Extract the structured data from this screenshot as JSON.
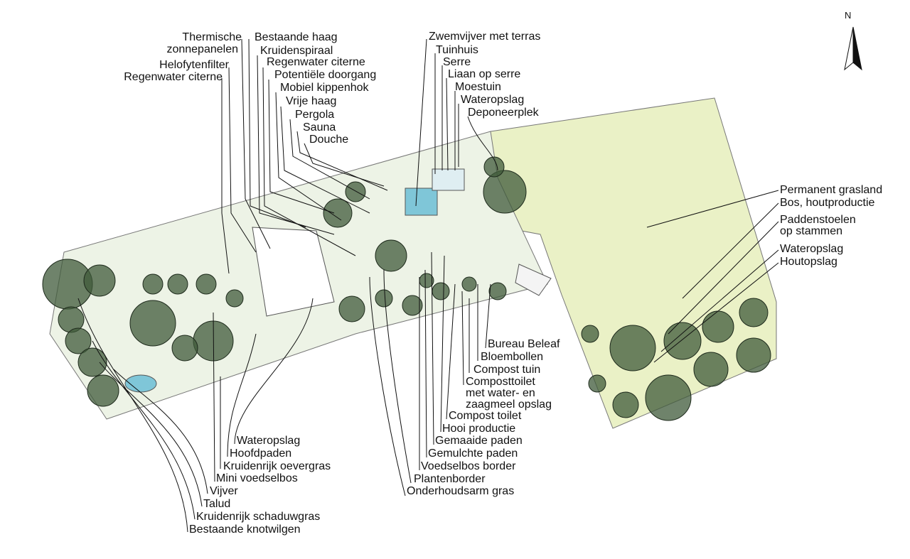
{
  "compass": {
    "label": "N"
  },
  "labels_top_left": [
    "Thermische",
    "zonnepanelen",
    "Helofytenfilter",
    "Regenwater citerne"
  ],
  "labels_top_middle": [
    "Bestaande haag",
    "Kruidenspiraal",
    "Regenwater citerne",
    "Potentiële doorgang",
    "Mobiel kippenhok",
    "Vrije haag",
    "Pergola",
    "Sauna",
    "Douche"
  ],
  "labels_top_right": [
    "Zwemvijver met terras",
    "Tuinhuis",
    "Serre",
    "Liaan op serre",
    "Moestuin",
    "Wateropslag",
    "Deponeerplek"
  ],
  "labels_right": [
    "Permanent grasland",
    "Bos, houtproductie",
    "Paddenstoelen",
    "op stammen",
    "Wateropslag",
    "Houtopslag"
  ],
  "labels_bottom_middle": [
    "Bureau Beleaf",
    "Bloembollen",
    "Compost tuin",
    "Composttoilet",
    "met water- en",
    "zaagmeel opslag",
    "Compost toilet",
    "Hooi productie",
    "Gemaaide paden",
    "Gemulchte paden",
    "Voedselbos border",
    "Plantenborder",
    "Onderhoudsarm gras"
  ],
  "labels_bottom_left": [
    "Wateropslag",
    "Hoofdpaden",
    "Kruidenrijk oevergras",
    "Mini voedselbos",
    "Vijver",
    "Talud",
    "Kruidenrijk schaduwgras",
    "Bestaande knotwilgen"
  ],
  "colors": {
    "grass": "#e6f0c8",
    "lawn": "#eef3e4",
    "tree": "#3f5a3a",
    "building": "#ffffff",
    "water": "#7fc6d8"
  }
}
